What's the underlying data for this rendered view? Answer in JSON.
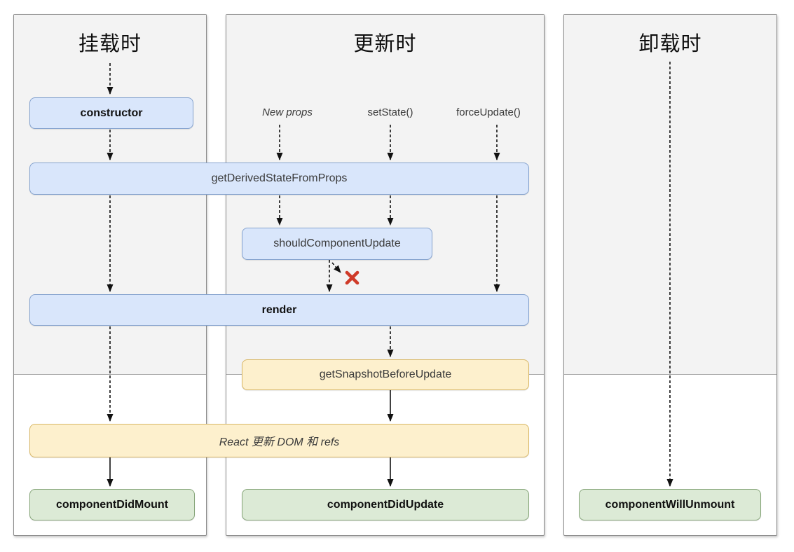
{
  "diagram": {
    "columns": [
      {
        "id": "mount",
        "title": "挂载时"
      },
      {
        "id": "update",
        "title": "更新时"
      },
      {
        "id": "unmount",
        "title": "卸载时"
      }
    ],
    "triggers": {
      "new_props": "New props",
      "set_state": "setState()",
      "force_update": "forceUpdate()"
    },
    "nodes": {
      "constructor": "constructor",
      "get_derived_state_from_props": "getDerivedStateFromProps",
      "should_component_update": "shouldComponentUpdate",
      "render": "render",
      "get_snapshot_before_update": "getSnapshotBeforeUpdate",
      "react_updates_dom": "React 更新 DOM 和 refs",
      "component_did_mount": "componentDidMount",
      "component_did_update": "componentDidUpdate",
      "component_will_unmount": "componentWillUnmount"
    },
    "colors": {
      "blue_fill": "#d9e6fb",
      "blue_border": "#84a2ce",
      "yellow_fill": "#fdf0cd",
      "yellow_border": "#d8b766",
      "green_fill": "#dcead6",
      "green_border": "#85a478",
      "phase_bg": "#f3f3f3",
      "column_border": "#8a8a8a",
      "arrow": "#111111",
      "blocked_x": "#cf3a28"
    }
  }
}
